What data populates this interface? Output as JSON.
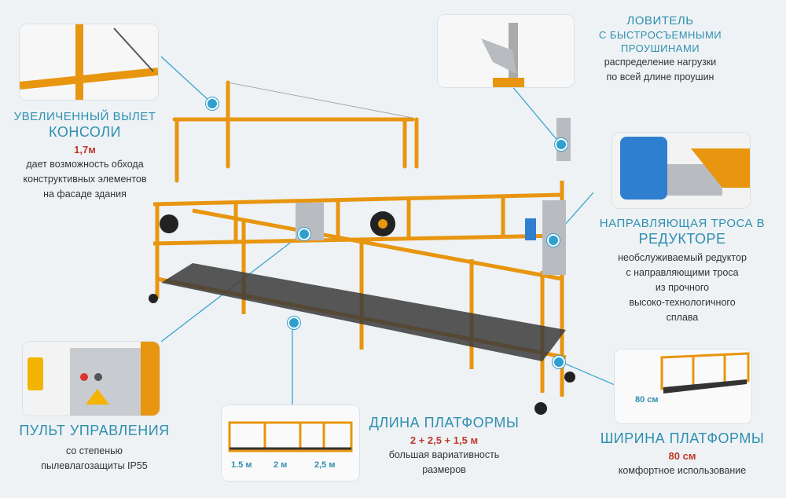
{
  "console": {
    "title1": "Увеличенный вылет",
    "title2": "консоли",
    "value": "1,7м",
    "desc": [
      "дает возможность обхода",
      "конструктивных элементов",
      "на фасаде здания"
    ]
  },
  "catcher": {
    "title1": "Ловитель",
    "title2": "с быстросъемными",
    "title3": "проушинами",
    "desc": [
      "распределение нагрузки",
      "по всей длине проушин"
    ]
  },
  "guide": {
    "title1": "Направляющая троса в",
    "title2": "редукторе",
    "desc": [
      "необслуживаемый редуктор",
      "с направляющими троса",
      "из прочного",
      "высоко-технологичного",
      "сплава"
    ]
  },
  "control": {
    "title": "Пульт управления",
    "desc": [
      "со степенью",
      "пылевлагозащиты IP55"
    ]
  },
  "length": {
    "title": "Длина платформы",
    "value": "2 + 2,5 + 1,5 м",
    "desc": [
      "большая вариативность",
      "размеров"
    ],
    "seg_labels": [
      "1.5 м",
      "2 м",
      "2,5 м"
    ]
  },
  "width": {
    "title": "Ширина платформы",
    "value": "80 см",
    "desc": [
      "комфортное использование"
    ],
    "card_label": "80 см"
  },
  "colors": {
    "accent": "#2f8fb0",
    "value_red": "#c0392b",
    "frame_orange": "#e8950f"
  }
}
